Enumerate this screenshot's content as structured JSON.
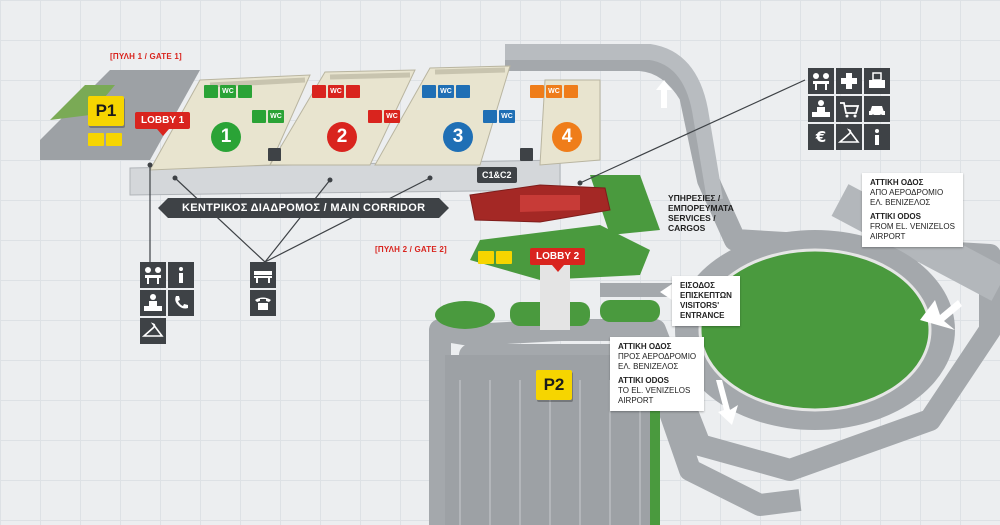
{
  "gates": {
    "gate1": "[ΠΥΛΗ 1 / GATE 1]",
    "gate2": "[ΠΥΛΗ 2 / GATE 2]"
  },
  "parking": {
    "p1": "P1",
    "p2": "P2"
  },
  "lobbies": {
    "lobby1": "LOBBY 1",
    "lobby2": "LOBBY 2"
  },
  "halls": [
    {
      "number": "1",
      "color": "#2aa336"
    },
    {
      "number": "2",
      "color": "#d9241e"
    },
    {
      "number": "3",
      "color": "#1f6fb5"
    },
    {
      "number": "4",
      "color": "#ef7d1a"
    }
  ],
  "labels": {
    "c1c2": "C1&C2",
    "main_corridor": "ΚΕΝΤΡΙΚΟΣ ΔΙΑΔΡΟΜΟΣ / MAIN CORRIDOR",
    "wc": "WC"
  },
  "services": {
    "line1": "ΥΠΗΡΕΣΙΕΣ /",
    "line2": "ΕΜΠΟΡΕΥΜΑΤΑ",
    "line3": "SERVICES /",
    "line4": "CARGOS"
  },
  "visitors": {
    "line1": "ΕΙΣΟΔΟΣ",
    "line2": "ΕΠΙΣΚΕΠΤΩΝ",
    "line3": "VISITORS'",
    "line4": "ENTRANCE"
  },
  "attiki_from": {
    "gr_title": "ΑΤΤΙΚΗ ΟΔΟΣ",
    "gr_line1": "ΑΠΟ ΑΕΡΟΔΡΟΜΙΟ",
    "gr_line2": "ΕΛ. ΒΕΝΙΖΕΛΟΣ",
    "en_title": "ATTIKI ODOS",
    "en_line1": "FROM EL. VENIZELOS",
    "en_line2": "AIRPORT"
  },
  "attiki_to": {
    "gr_title": "ΑΤΤΙΚΗ ΟΔΟΣ",
    "gr_line1": "ΠΡΟΣ ΑΕΡΟΔΡΟΜΙΟ",
    "gr_line2": "ΕΛ. ΒΕΝΙΖΕΛΟΣ",
    "en_title": "ATTIKI ODOS",
    "en_line1": "TO EL. VENIZELOS",
    "en_line2": "AIRPORT"
  },
  "icon_groups": {
    "top_right": [
      "meeting-icon",
      "first-aid-icon",
      "printer-icon",
      "reception-desk-icon",
      "shopping-cart-icon",
      "taxi-icon",
      "currency-exchange-icon",
      "cloakroom-icon",
      "information-icon"
    ],
    "left": [
      "meeting-icon",
      "information-icon",
      "reception-desk-icon",
      "telephone-icon",
      "cloakroom-icon"
    ],
    "middle": [
      "bench-icon",
      "telephone-icon"
    ]
  },
  "colors": {
    "parking": "#f6d500",
    "lobby": "#d9241e",
    "corridor": "#3e4246",
    "green": "#4a9a3e",
    "road": "#a4a8ac"
  }
}
